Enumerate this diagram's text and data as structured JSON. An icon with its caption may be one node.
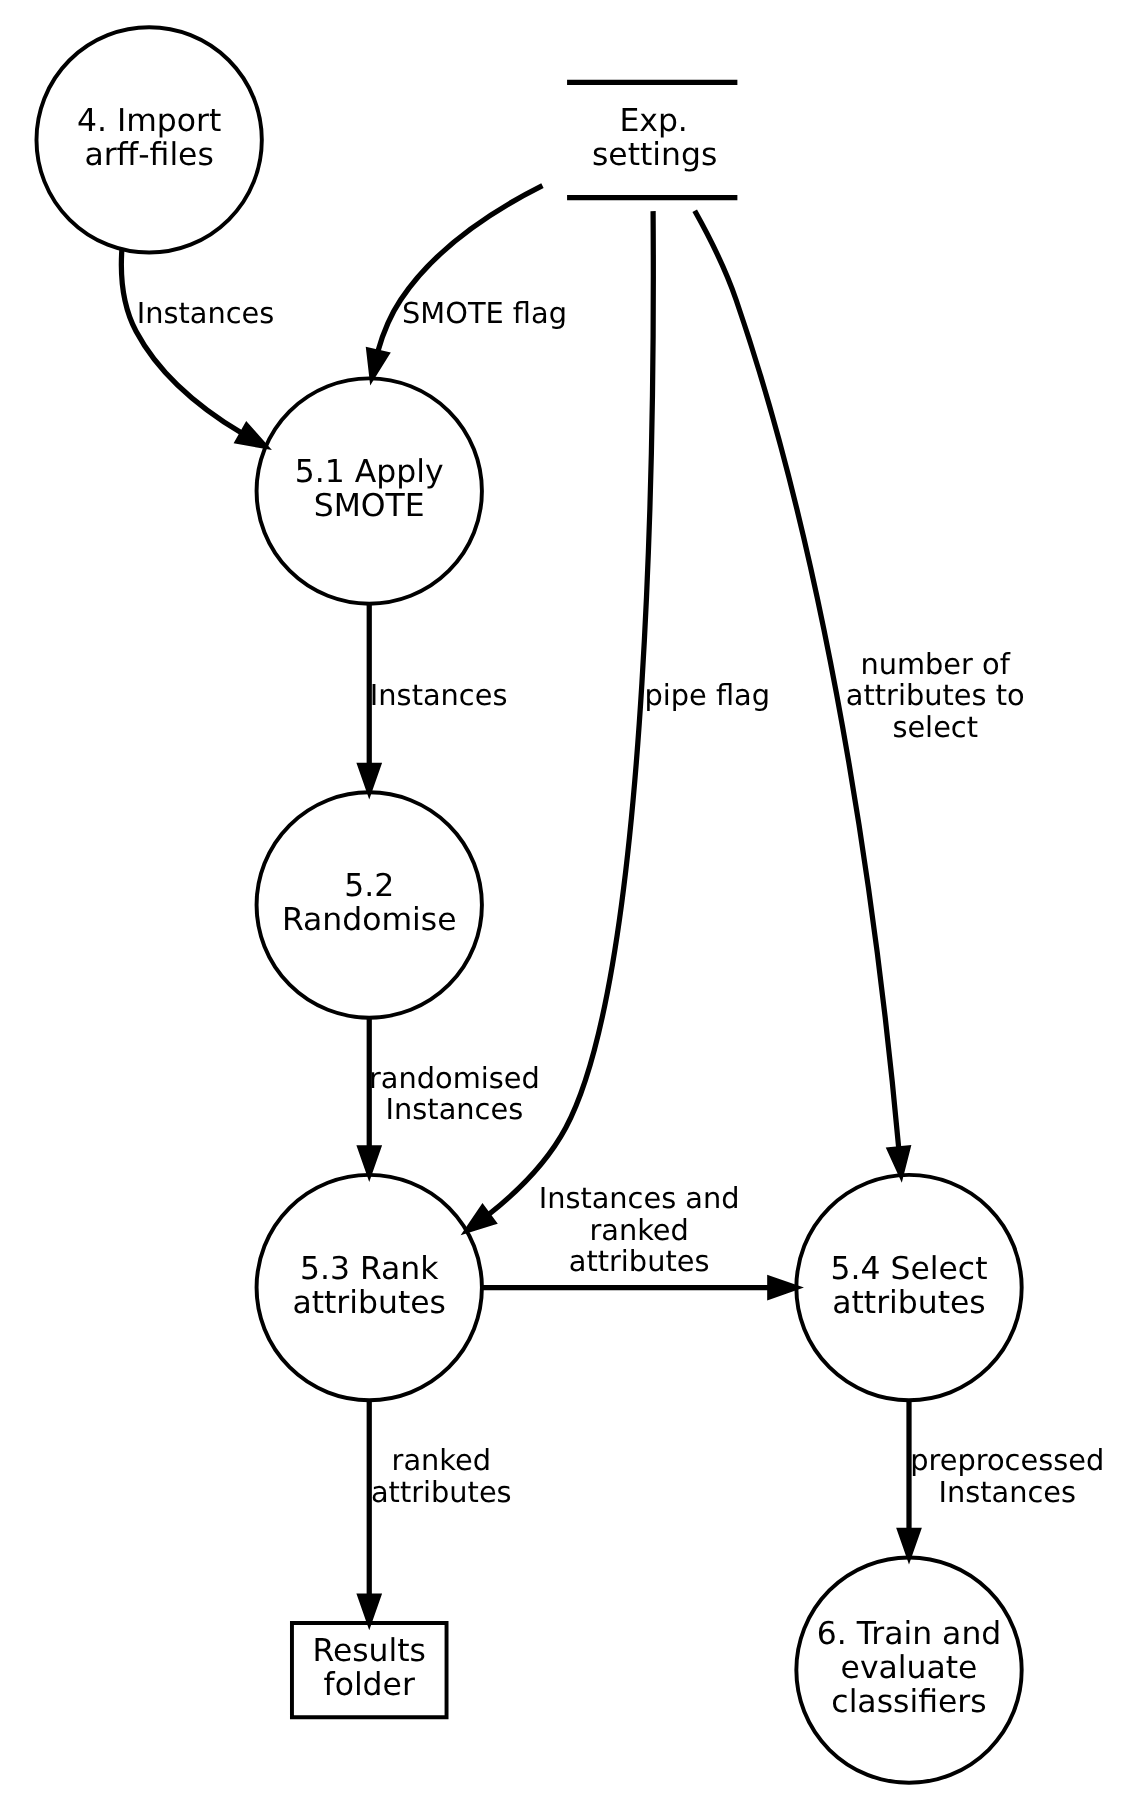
{
  "diagram": {
    "nodes": [
      {
        "text": [
          "Exp. settings"
        ]
      },
      {
        "text": [
          "4. Import arff-files"
        ]
      },
      {
        "text": [
          "5.1 Apply SMOTE"
        ]
      },
      {
        "text": [
          "5.2 Randomise"
        ]
      },
      {
        "text": [
          "5.3 Rank attributes"
        ]
      },
      {
        "text": [
          "5.4 Select attributes"
        ]
      },
      {
        "text": [
          "6. Train and evaluate classifiers"
        ]
      },
      {
        "text": [
          "Results folder"
        ]
      }
    ],
    "edges": [
      {
        "from": 1,
        "to": 2,
        "arrow": "to",
        "label": "Instances"
      },
      {
        "from": 0,
        "to": 2,
        "arrow": "to",
        "label": "SMOTE flag"
      },
      {
        "from": 2,
        "to": 3,
        "arrow": "to",
        "label": "Instances"
      },
      {
        "from": 3,
        "to": 4,
        "arrow": "to",
        "label": "randomised Instances"
      },
      {
        "from": 0,
        "to": 5,
        "arrow": "to",
        "label": "number of attributes to select"
      },
      {
        "from": 0,
        "to": 4,
        "arrow": "to",
        "label": "pipe flag"
      },
      {
        "from": 4,
        "to": 5,
        "arrow": "to",
        "label": "Instances and ranked attributes"
      },
      {
        "from": 5,
        "to": 6,
        "arrow": "to",
        "label": "preprocessed Instances"
      },
      {
        "from": 4,
        "to": 7,
        "arrow": "to",
        "label": "ranked attributes"
      }
    ]
  }
}
